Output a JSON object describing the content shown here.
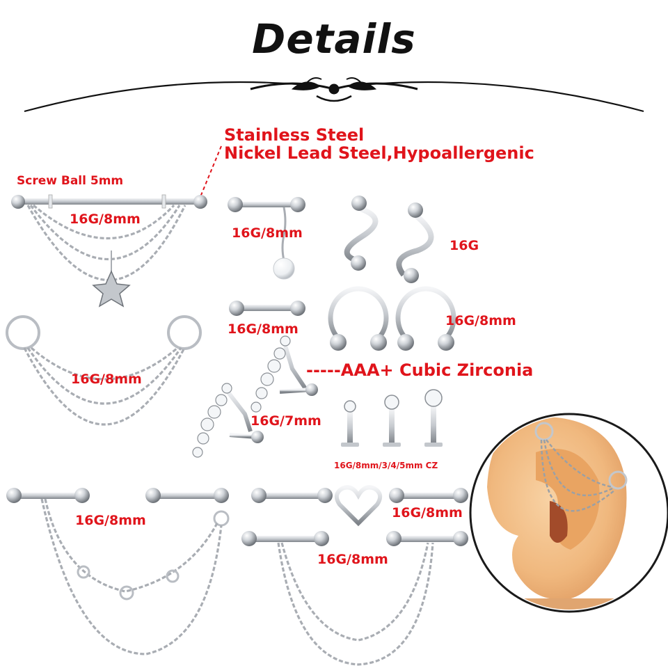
{
  "header": {
    "title": "Details"
  },
  "material": {
    "line1": "Stainless Steel",
    "line2": "Nickel Lead Steel,Hypoallergenic"
  },
  "labels": {
    "screw_ball": "Screw Ball 5mm",
    "star_chain": "16G/8mm",
    "pearl_barbell": "16G/8mm",
    "twist": "16G",
    "straight_barbell": "16G/8mm",
    "horseshoe": "16G/8mm",
    "hoop_chain": "16G/8mm",
    "cz_note": "-----AAA+ Cubic Zirconia",
    "climber": "16G/7mm",
    "labret": "16G/8mm/3/4/5mm CZ",
    "double_chain_rings": "16G/8mm",
    "heart_barbell": "16G/8mm",
    "bottom_chain": "16G/8mm"
  },
  "colors": {
    "label_red": "#e0141b",
    "title": "#111111",
    "metal": "#b8bcc2",
    "skin": "#f2c28f"
  },
  "icons": [
    "ornament-divider",
    "star-charm",
    "pearl-charm",
    "heart-charm",
    "cz-gem",
    "ear-model"
  ]
}
